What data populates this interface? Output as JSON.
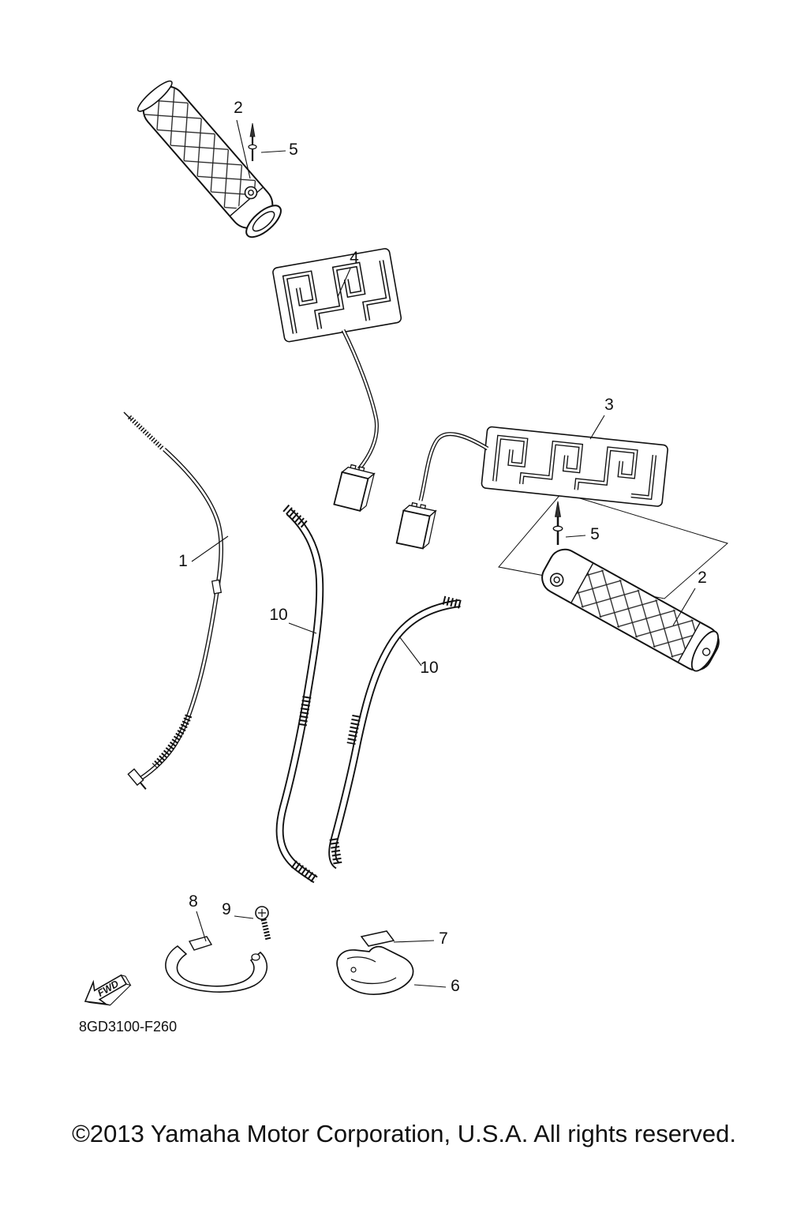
{
  "diagram": {
    "code": "8GD3100-F260",
    "fwd_label": "FWD",
    "copyright": "©2013 Yamaha Motor Corporation, U.S.A. All rights reserved.",
    "ink_color": "#111111",
    "background_color": "#ffffff",
    "callouts": [
      {
        "num": "2"
      },
      {
        "num": "5"
      },
      {
        "num": "4"
      },
      {
        "num": "3"
      },
      {
        "num": "1"
      },
      {
        "num": "10"
      },
      {
        "num": "10"
      },
      {
        "num": "5"
      },
      {
        "num": "2"
      },
      {
        "num": "8"
      },
      {
        "num": "9"
      },
      {
        "num": "7"
      },
      {
        "num": "6"
      }
    ]
  }
}
